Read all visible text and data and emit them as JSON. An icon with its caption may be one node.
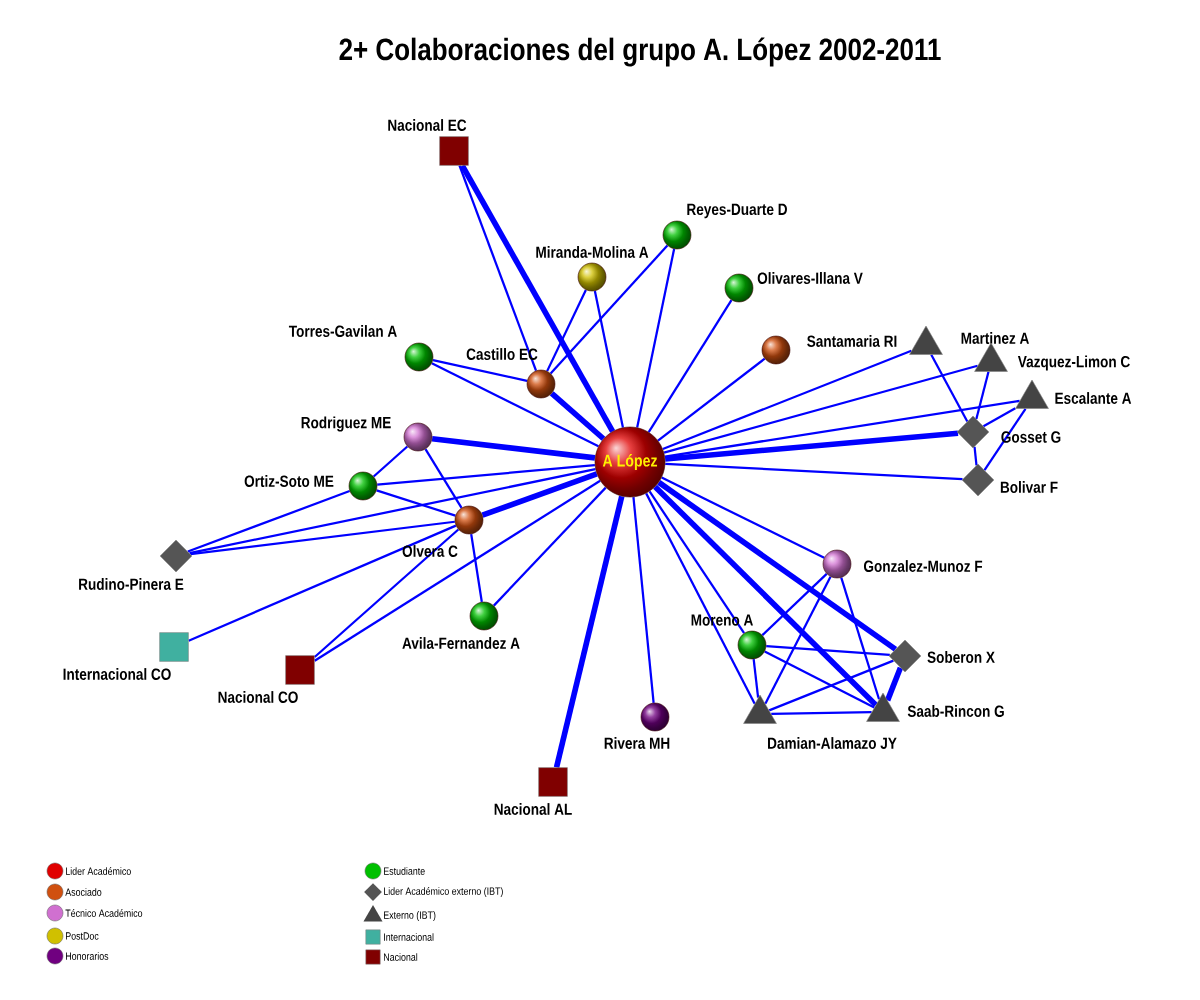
{
  "diagram": {
    "title": "2+ Colaboraciones del grupo A. López 2002-2011",
    "nodes": [
      {
        "text": [
          "A López"
        ]
      },
      {
        "text": [
          "Nacional EC"
        ]
      },
      {
        "text": [
          "Reyes-Duarte D"
        ]
      },
      {
        "text": [
          "Miranda-Molina A"
        ]
      },
      {
        "text": [
          "Olivares-Illana V"
        ]
      },
      {
        "text": [
          "Torres-Gavilan A"
        ]
      },
      {
        "text": [
          "Castillo EC"
        ]
      },
      {
        "text": [
          "Santamaria RI"
        ]
      },
      {
        "text": [
          "Martinez A"
        ]
      },
      {
        "text": [
          "Vazquez-Limon C"
        ]
      },
      {
        "text": [
          "Escalante A"
        ]
      },
      {
        "text": [
          "Rodriguez ME"
        ]
      },
      {
        "text": [
          "Gosset G"
        ]
      },
      {
        "text": [
          "Ortiz-Soto ME"
        ]
      },
      {
        "text": [
          "Bolivar F"
        ]
      },
      {
        "text": [
          "Olvera C"
        ]
      },
      {
        "text": [
          "Rudino-Pinera E"
        ]
      },
      {
        "text": [
          "Gonzalez-Munoz F"
        ]
      },
      {
        "text": [
          "Avila-Fernandez A"
        ]
      },
      {
        "text": [
          "Moreno A"
        ]
      },
      {
        "text": [
          "Soberon X"
        ]
      },
      {
        "text": [
          "Internacional CO"
        ]
      },
      {
        "text": [
          "Nacional CO"
        ]
      },
      {
        "text": [
          "Saab-Rincon G"
        ]
      },
      {
        "text": [
          "Damian-Alamazo JY"
        ]
      },
      {
        "text": [
          "Rivera MH"
        ]
      },
      {
        "text": [
          "Nacional AL"
        ]
      }
    ],
    "edges": [
      {
        "from": 0,
        "to": 1,
        "arrow": "none",
        "style": "thick"
      },
      {
        "from": 0,
        "to": 2,
        "arrow": "none"
      },
      {
        "from": 0,
        "to": 3,
        "arrow": "none"
      },
      {
        "from": 0,
        "to": 4,
        "arrow": "none"
      },
      {
        "from": 0,
        "to": 5,
        "arrow": "none"
      },
      {
        "from": 0,
        "to": 6,
        "arrow": "none",
        "style": "thick"
      },
      {
        "from": 0,
        "to": 7,
        "arrow": "none"
      },
      {
        "from": 0,
        "to": 8,
        "arrow": "none"
      },
      {
        "from": 0,
        "to": 9,
        "arrow": "none"
      },
      {
        "from": 0,
        "to": 10,
        "arrow": "none"
      },
      {
        "from": 0,
        "to": 11,
        "arrow": "none",
        "style": "thick"
      },
      {
        "from": 0,
        "to": 12,
        "arrow": "none",
        "style": "thick"
      },
      {
        "from": 0,
        "to": 13,
        "arrow": "none"
      },
      {
        "from": 0,
        "to": 14,
        "arrow": "none"
      },
      {
        "from": 0,
        "to": 15,
        "arrow": "none",
        "style": "thick"
      },
      {
        "from": 0,
        "to": 16,
        "arrow": "none"
      },
      {
        "from": 0,
        "to": 17,
        "arrow": "none"
      },
      {
        "from": 0,
        "to": 18,
        "arrow": "none"
      },
      {
        "from": 0,
        "to": 19,
        "arrow": "none"
      },
      {
        "from": 0,
        "to": 20,
        "arrow": "none",
        "style": "thick"
      },
      {
        "from": 0,
        "to": 22,
        "arrow": "none"
      },
      {
        "from": 0,
        "to": 23,
        "arrow": "none",
        "style": "thick"
      },
      {
        "from": 0,
        "to": 24,
        "arrow": "none"
      },
      {
        "from": 0,
        "to": 25,
        "arrow": "none"
      },
      {
        "from": 0,
        "to": 26,
        "arrow": "none",
        "style": "thick"
      },
      {
        "from": 6,
        "to": 5,
        "arrow": "none"
      },
      {
        "from": 6,
        "to": 1,
        "arrow": "none"
      },
      {
        "from": 6,
        "to": 3,
        "arrow": "none"
      },
      {
        "from": 6,
        "to": 2,
        "arrow": "none"
      },
      {
        "from": 11,
        "to": 13,
        "arrow": "none"
      },
      {
        "from": 11,
        "to": 15,
        "arrow": "none"
      },
      {
        "from": 13,
        "to": 15,
        "arrow": "none"
      },
      {
        "from": 13,
        "to": 16,
        "arrow": "none"
      },
      {
        "from": 16,
        "to": 15,
        "arrow": "none"
      },
      {
        "from": 15,
        "to": 18,
        "arrow": "none"
      },
      {
        "from": 15,
        "to": 21,
        "arrow": "none"
      },
      {
        "from": 15,
        "to": 22,
        "arrow": "none"
      },
      {
        "from": 8,
        "to": 12,
        "arrow": "none"
      },
      {
        "from": 9,
        "to": 12,
        "arrow": "none"
      },
      {
        "from": 10,
        "to": 12,
        "arrow": "none"
      },
      {
        "from": 10,
        "to": 14,
        "arrow": "none"
      },
      {
        "from": 12,
        "to": 14,
        "arrow": "none"
      },
      {
        "from": 17,
        "to": 19,
        "arrow": "none"
      },
      {
        "from": 17,
        "to": 24,
        "arrow": "none"
      },
      {
        "from": 17,
        "to": 23,
        "arrow": "none"
      },
      {
        "from": 19,
        "to": 20,
        "arrow": "none"
      },
      {
        "from": 19,
        "to": 23,
        "arrow": "none"
      },
      {
        "from": 19,
        "to": 24,
        "arrow": "none"
      },
      {
        "from": 20,
        "to": 24,
        "arrow": "none"
      },
      {
        "from": 20,
        "to": 23,
        "arrow": "none",
        "style": "thick"
      },
      {
        "from": 24,
        "to": 23,
        "arrow": "none"
      }
    ],
    "legend": [
      {
        "text": "Lider Académico",
        "color": "#e00000"
      },
      {
        "text": "Asociado",
        "color": "#d05010"
      },
      {
        "text": "Técnico Académico",
        "color": "#d070d0"
      },
      {
        "text": "PostDoc",
        "color": "#d0c000"
      },
      {
        "text": "Honorarios",
        "color": "#700080"
      },
      {
        "text": "Estudiante",
        "color": "#00c000"
      },
      {
        "text": "Lider Académico externo (IBT)"
      },
      {
        "text": "Externo (IBT)"
      },
      {
        "text": "Internacional",
        "color": "#40b0a0"
      },
      {
        "text": "Nacional",
        "color": "#800000"
      }
    ]
  }
}
